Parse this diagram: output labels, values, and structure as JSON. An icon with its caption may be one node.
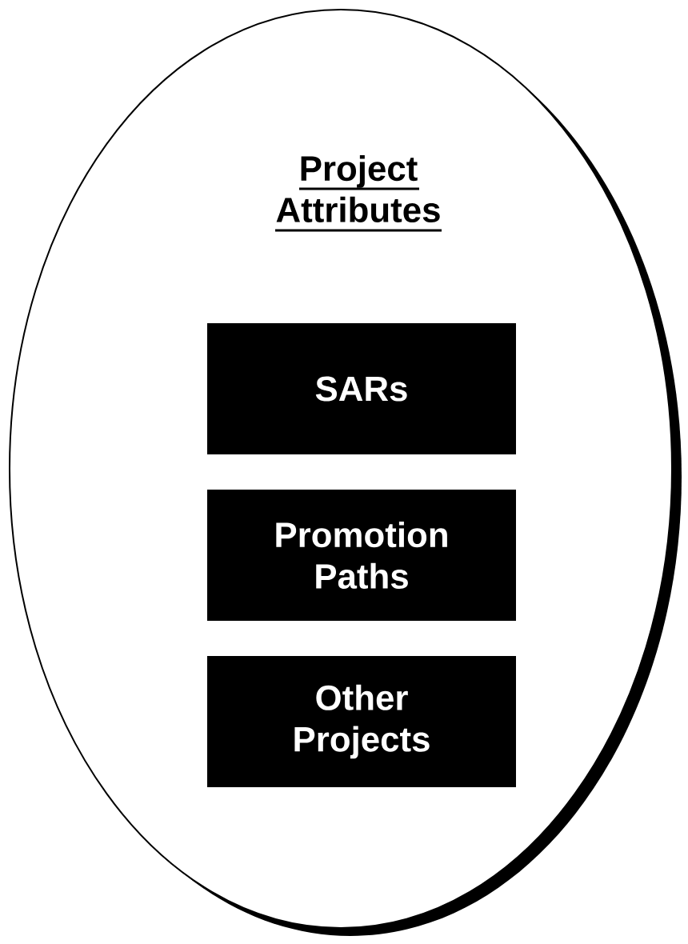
{
  "diagram": {
    "nodes": [
      {
        "text": [
          "Project Attributes"
        ]
      },
      {
        "text": [
          "SARs"
        ],
        "in": 0
      },
      {
        "text": [
          "Promotion Paths"
        ],
        "in": 0
      },
      {
        "text": [
          "Other Projects"
        ],
        "in": 0
      }
    ]
  }
}
